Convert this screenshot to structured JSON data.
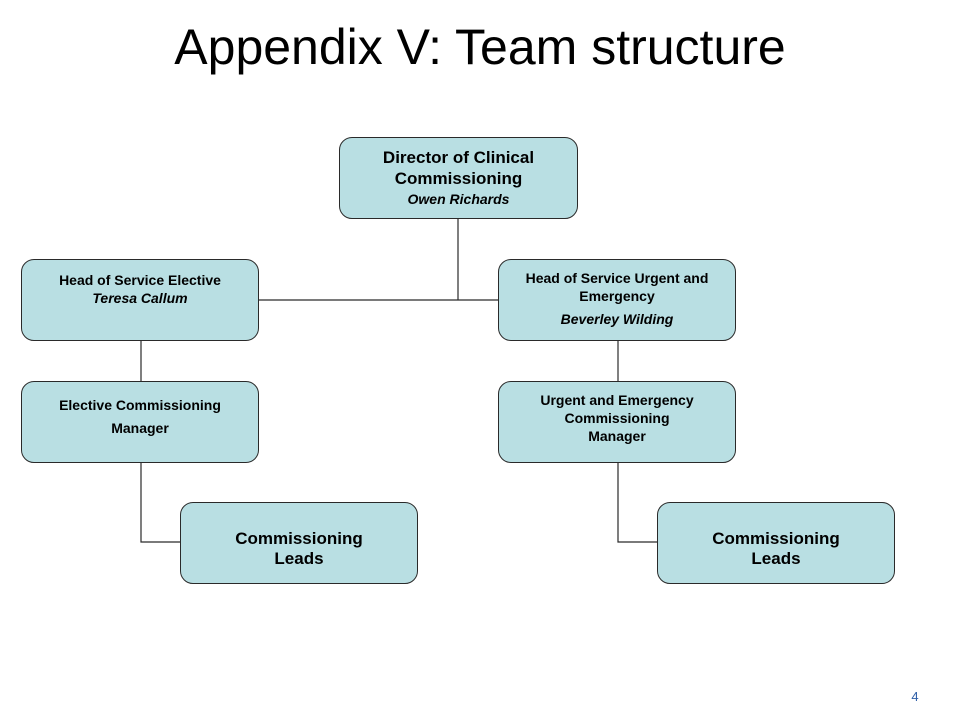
{
  "title": "Appendix V: Team structure",
  "nodes": {
    "director": {
      "line1": "Director of Clinical",
      "line2": "Commissioning",
      "name": "Owen Richards"
    },
    "head_elective": {
      "line1": "Head of Service Elective",
      "name": "Teresa Callum"
    },
    "head_urgent": {
      "line1": "Head of Service Urgent and",
      "line2": "Emergency",
      "name": "Beverley Wilding"
    },
    "elective_manager": {
      "line1": "Elective Commissioning",
      "line2": "Manager"
    },
    "urgent_manager": {
      "line1": "Urgent and Emergency",
      "line2": "Commissioning",
      "line3": "Manager"
    },
    "leads_elective": {
      "line1": "Commissioning",
      "line2": "Leads"
    },
    "leads_urgent": {
      "line1": "Commissioning",
      "line2": "Leads"
    }
  },
  "page_number": "4",
  "colors": {
    "box_fill": "#b9dfe3",
    "box_border": "#2a2a2a",
    "page_number": "#2f5fa8"
  }
}
